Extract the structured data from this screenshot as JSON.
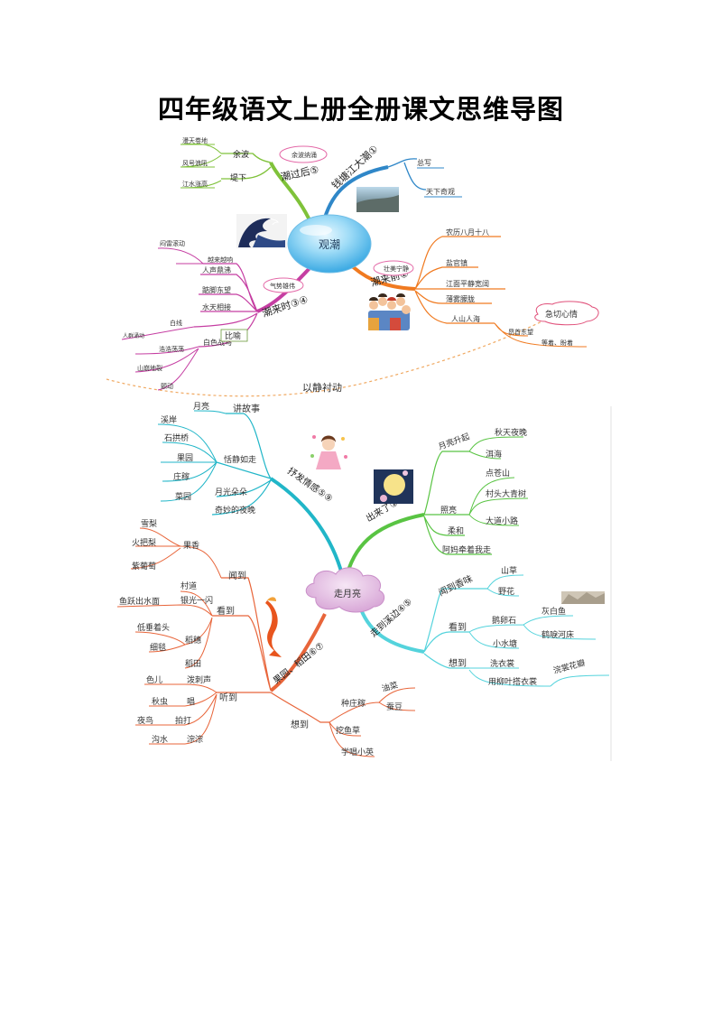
{
  "title": "四年级语文上册全册课文思维导图",
  "map1": {
    "center": "观潮",
    "transition": "以静衬动",
    "branches": {
      "top": {
        "label": "钱塘江大潮①",
        "children": [
          "总写",
          "天下奇观"
        ]
      },
      "upper_left": {
        "label": "潮过后⑤",
        "tag": "余波纳涌",
        "children": [
          {
            "label": "余波",
            "leaves": [
              "漫天卷地",
              "风号浪吼"
            ]
          },
          {
            "label": "堤下",
            "leaves": [
              "江水涨高"
            ]
          }
        ]
      },
      "right": {
        "label": "潮来前②",
        "tag": "壮美宁静",
        "children": [
          "农历八月十八",
          "盐官镇",
          "江面平静宽阔",
          "薄雾朦胧",
          "人山人海"
        ],
        "feeling_items": [
          "昂首东望",
          "等着、盼着"
        ],
        "feeling": "急切心情"
      },
      "lower_left": {
        "label": "潮来时③④",
        "tag": "气势雄伟",
        "children": [
          {
            "label": "",
            "leaves": [
              "闷雷滚动",
              "越来越响"
            ]
          },
          {
            "label": "人声鼎沸",
            "leaves": []
          },
          {
            "label": "踮脚东望",
            "leaves": []
          },
          {
            "label": "水天相接",
            "leaves": []
          },
          {
            "label": "白线",
            "leaves": [
              "人群涌动"
            ]
          },
          {
            "label": "白色战马",
            "leaves": [
              "浩浩荡荡",
              "山崩地裂",
              "颤动"
            ]
          }
        ],
        "note": "比喻"
      }
    }
  },
  "map2": {
    "center": "走月亮",
    "branches": {
      "upper_left": {
        "label": "抒发情感⑤⑨",
        "children": [
          "讲故事",
          "月亮",
          "恬静如走",
          "溪岸",
          "石拱桥",
          "果园",
          "庄稼",
          "菜园",
          "月光朵朵",
          "奇妙的夜晚"
        ]
      },
      "upper_right": {
        "label": "出来了①②③",
        "children": [
          {
            "label": "月亮升起",
            "leaves": [
              "秋天夜晚",
              "洱海"
            ]
          },
          {
            "label": "照亮",
            "leaves": [
              "点苍山",
              "村头大青树",
              "大道小路"
            ]
          },
          {
            "label": "柔和",
            "leaves": []
          },
          {
            "label": "阿妈牵着我走",
            "leaves": []
          }
        ]
      },
      "lower_right": {
        "label": "走到溪边④⑤",
        "children": [
          {
            "label": "闻到香味",
            "leaves": [
              "山草",
              "野花"
            ]
          },
          {
            "label": "看到",
            "leaves": [
              "鹅卵石",
              "灰白鱼",
              "鹤唳河床",
              "小水塘"
            ]
          },
          {
            "label": "想到",
            "leaves": [
              "洗衣裳",
              "用柳叶搭衣裳",
              "浣裳花瓣"
            ]
          }
        ]
      },
      "lower_left": {
        "label": "果园、稻田⑥⑦",
        "children": [
          {
            "label": "闻到",
            "leaves": [
              "果香",
              "雪梨",
              "火把梨",
              "紫葡萄"
            ]
          },
          {
            "label": "看到",
            "leaves": [
              "村道",
              "银光一闪",
              "鱼跃出水面",
              "低垂着头",
              "稻穗",
              "细毯",
              "稻田"
            ]
          },
          {
            "label": "听到",
            "leaves": [
              "色儿",
              "泼刺声",
              "秋虫",
              "唱",
              "夜鸟",
              "拍打",
              "沟水",
              "淙淙"
            ]
          },
          {
            "label": "想到",
            "leaves": [
              "种庄稼",
              "油菜",
              "蚕豆",
              "挖鱼草",
              "学唱小英"
            ]
          }
        ]
      }
    }
  }
}
